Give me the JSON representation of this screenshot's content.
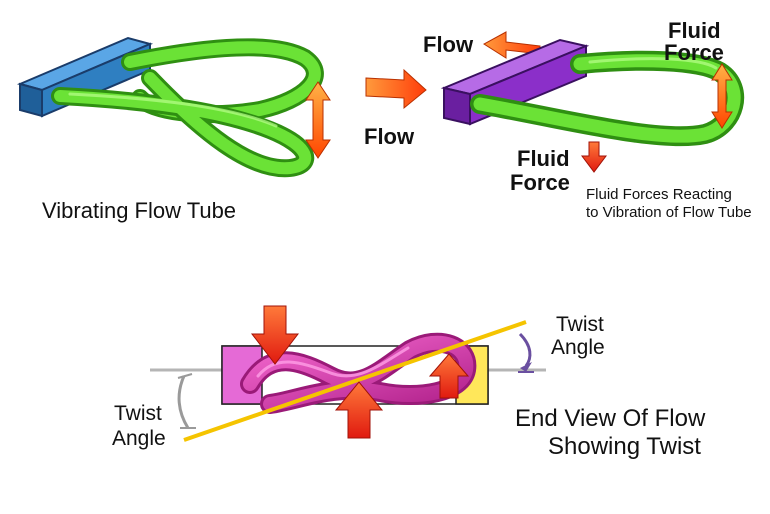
{
  "panels": {
    "vibrating_tube": {
      "caption": "Vibrating Flow Tube"
    },
    "fluid_forces": {
      "flow_top": "Flow",
      "flow_middle": "Flow",
      "fluid_force_right_line1": "Fluid",
      "fluid_force_right_line2": "Force",
      "fluid_force_bottom_line1": "Fluid",
      "fluid_force_bottom_line2": "Force",
      "caption_line1": "Fluid Forces Reacting",
      "caption_line2": "to Vibration of Flow Tube"
    },
    "end_view": {
      "twist_angle_right_line1": "Twist",
      "twist_angle_right_line2": "Angle",
      "twist_angle_left_line1": "Twist",
      "twist_angle_left_line2": "Angle",
      "caption_line1": "End View Of Flow",
      "caption_line2": "Showing Twist"
    }
  },
  "colors": {
    "tube_green": "#5fd62a",
    "tube_green_dark": "#2f8f12",
    "block_blue": "#2f7fc1",
    "block_purple": "#8b2fc9",
    "arrow_orange": "#ff5a14",
    "arrow_red": "#e8281a",
    "magenta": "#e23fb0",
    "yellow_line": "#f5c400"
  }
}
